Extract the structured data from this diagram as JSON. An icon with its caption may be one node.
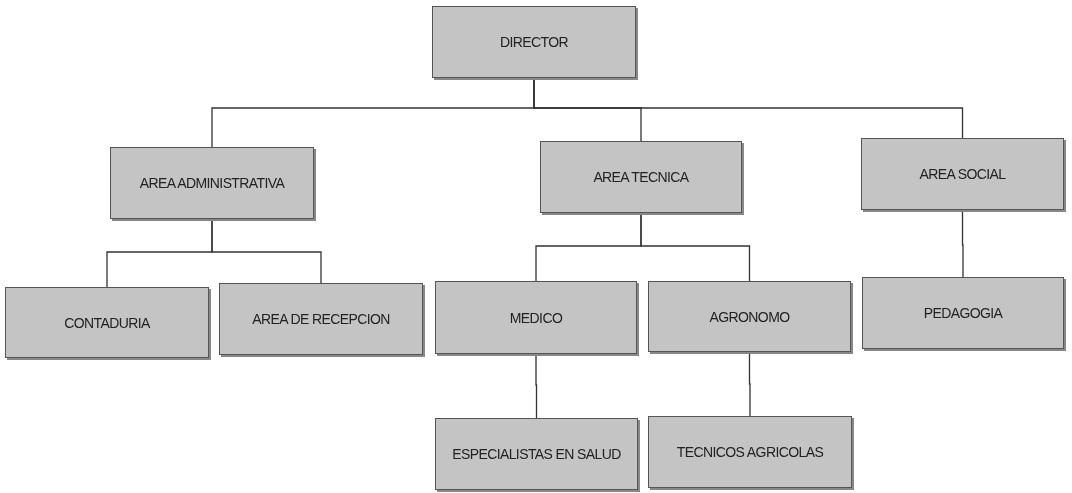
{
  "diagram": {
    "nodes": [
      {
        "text": [
          "DIRECTOR"
        ]
      },
      {
        "text": [
          "AREA ADMINISTRATIVA"
        ]
      },
      {
        "text": [
          "AREA TECNICA"
        ]
      },
      {
        "text": [
          "AREA SOCIAL"
        ]
      },
      {
        "text": [
          "CONTADURIA"
        ]
      },
      {
        "text": [
          "AREA DE RECEPCION"
        ]
      },
      {
        "text": [
          "MEDICO"
        ]
      },
      {
        "text": [
          "AGRONOMO"
        ]
      },
      {
        "text": [
          "PEDAGOGIA"
        ]
      },
      {
        "text": [
          "ESPECIALISTAS EN SALUD"
        ]
      },
      {
        "text": [
          "TECNICOS AGRICOLAS"
        ]
      }
    ],
    "edges": [
      {
        "from": 0,
        "to": 1,
        "arrow": "none"
      },
      {
        "from": 0,
        "to": 2,
        "arrow": "none"
      },
      {
        "from": 0,
        "to": 3,
        "arrow": "none"
      },
      {
        "from": 1,
        "to": 4,
        "arrow": "none"
      },
      {
        "from": 1,
        "to": 5,
        "arrow": "none"
      },
      {
        "from": 2,
        "to": 6,
        "arrow": "none"
      },
      {
        "from": 2,
        "to": 7,
        "arrow": "none"
      },
      {
        "from": 3,
        "to": 8,
        "arrow": "none"
      },
      {
        "from": 6,
        "to": 9,
        "arrow": "none"
      },
      {
        "from": 7,
        "to": 10,
        "arrow": "none"
      }
    ]
  }
}
